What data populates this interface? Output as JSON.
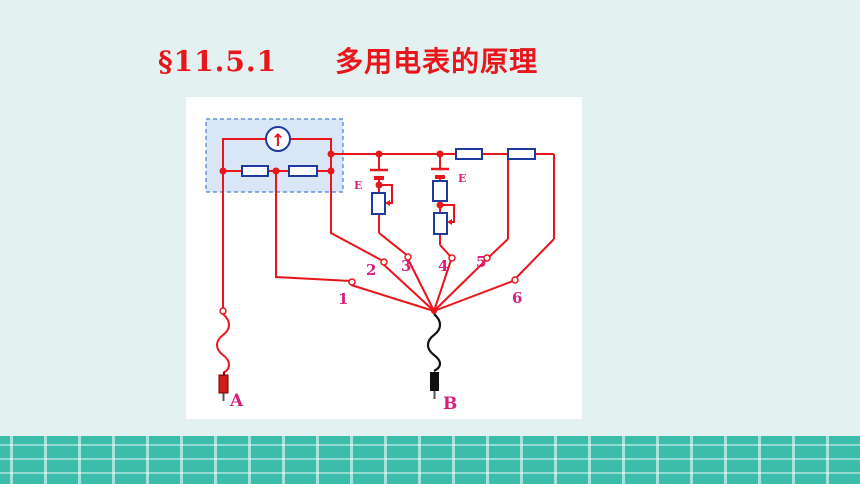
{
  "slide": {
    "title": "§11.5.1　　多用电表的原理"
  },
  "diagram": {
    "labels": {
      "battery_1": "E",
      "battery_2": "E",
      "terminal_1": "1",
      "terminal_2": "2",
      "terminal_3": "3",
      "terminal_4": "4",
      "terminal_5": "5",
      "terminal_6": "6",
      "probe_a": "A",
      "probe_b": "B",
      "galvanometer_symbol": "↑"
    },
    "colors": {
      "wire": "#e8151b",
      "resistor": "#1e3a9e",
      "dashed_box": "#4a7fd6",
      "box_fill": "#d9e6f5",
      "label": "#d81f7a",
      "probe_a": "#d11a1a",
      "probe_b": "#111111"
    }
  },
  "footer": {
    "color": "#3cbcaa"
  }
}
